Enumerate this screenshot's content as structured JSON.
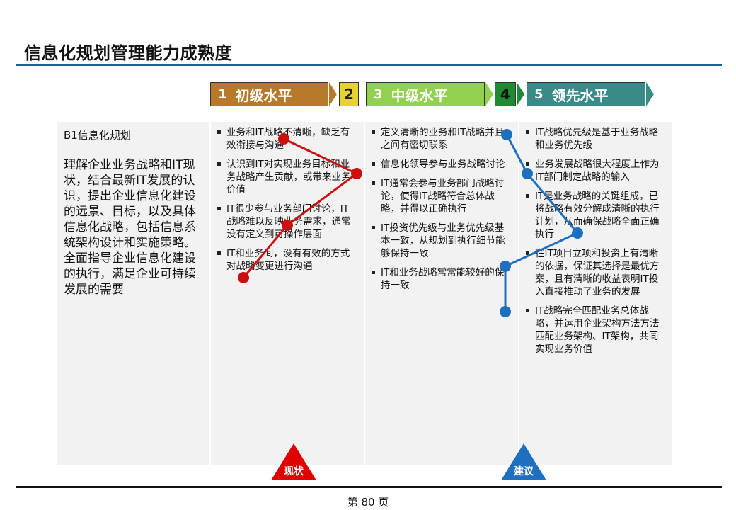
{
  "title": "信息化规划管理能力成熟度",
  "stages": [
    {
      "num": "1",
      "label": "初级水平",
      "color": "#b67a2a"
    },
    {
      "num": "2",
      "label": "",
      "color": "#e7d22e"
    },
    {
      "num": "3",
      "label": "中级水平",
      "color": "#92d050"
    },
    {
      "num": "4",
      "label": "",
      "color": "#1e8a32"
    },
    {
      "num": "5",
      "label": "领先水平",
      "color": "#3b8a8a"
    }
  ],
  "column1": {
    "heading": "B1信息化规划",
    "body": "理解企业业务战略和IT现状，结合最新IT发展的认识，提出企业信息化建设的远景、目标，以及具体信息化战略，包括信息系统架构设计和实施策略。全面指导企业信息化建设的执行，满足企业可持续发展的需要"
  },
  "column2": {
    "items": [
      "业务和IT战略不清晰，缺乏有效衔接与沟通",
      "认识到IT对实现业务目标和业务战略产生贡献，或带来业务价值",
      "IT很少参与业务部门讨论，IT战略难以反映业务需求，通常没有定义到可操作层面",
      "IT和业务间，没有有效的方式对战略变更进行沟通"
    ]
  },
  "column3": {
    "items": [
      "定义清晰的业务和IT战略并且之间有密切联系",
      "信息化领导参与业务战略讨论",
      "IT通常会参与业务部门战略讨论，使得IT战略符合总体战略，并得以正确执行",
      "IT投资优先级与业务优先级基本一致，从规划到执行细节能够保持一致",
      "IT和业务战略常常能较好的保持一致"
    ]
  },
  "column4": {
    "items": [
      "IT战略优先级是基于业务战略和业务优先级",
      "业务发展战略很大程度上作为IT部门制定战略的输入",
      "IT是业务战略的关键组成，已将战略有效分解成清晰的执行计划，从而确保战略全面正确执行",
      "在IT项目立项和投资上有清晰的依据，保证其选择是最优方案，且有清晰的收益表明IT投入直接推动了业务的发展",
      "IT战略完全匹配业务总体战略，并运用企业架构方法方法匹配业务架构、IT架构，共同实现业务价值"
    ]
  },
  "markers": {
    "current": {
      "label": "现状",
      "color": "#e00000",
      "line_color": "#cc1010"
    },
    "suggested": {
      "label": "建议",
      "color": "#1f6fc0",
      "line_color": "#1f6fc0"
    }
  },
  "footer": {
    "page": "第 80 页"
  }
}
